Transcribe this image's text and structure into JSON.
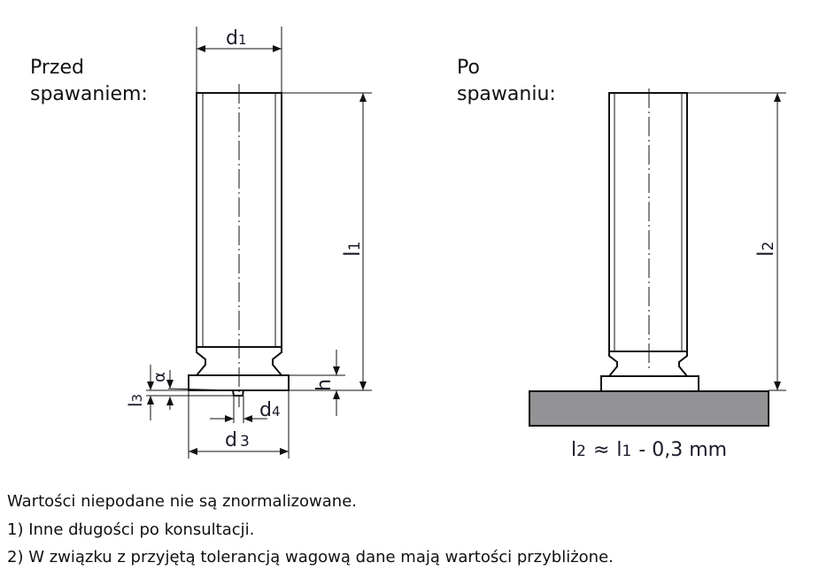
{
  "before": {
    "title_line1": "Przed",
    "title_line2": "spawaniem:"
  },
  "after": {
    "title_line1": "Po",
    "title_line2": "spawaniu:"
  },
  "dimensions": {
    "d1": "d",
    "d1_sub": "1",
    "l1": "l",
    "l1_sub": "1",
    "d3": "d",
    "d3_sub": "3",
    "d4": "d",
    "d4_sub": "4",
    "l3": "l",
    "l3_sub": "3",
    "h": "h",
    "alpha": "α",
    "l2": "l",
    "l2_sub": "2"
  },
  "formula": {
    "l2": "l",
    "l2_sub": "2",
    "approx": "≈",
    "l1": "l",
    "l1_sub": "1",
    "rest": "- 0,3 mm"
  },
  "notes": [
    "Wartości niepodane nie są znormalizowane.",
    "1) Inne długości po konsultacji.",
    "2) W związku z przyjętą tolerancją wagową dane mają wartości przybliżone."
  ],
  "colors": {
    "plate": "#939395",
    "line": "#111111"
  }
}
